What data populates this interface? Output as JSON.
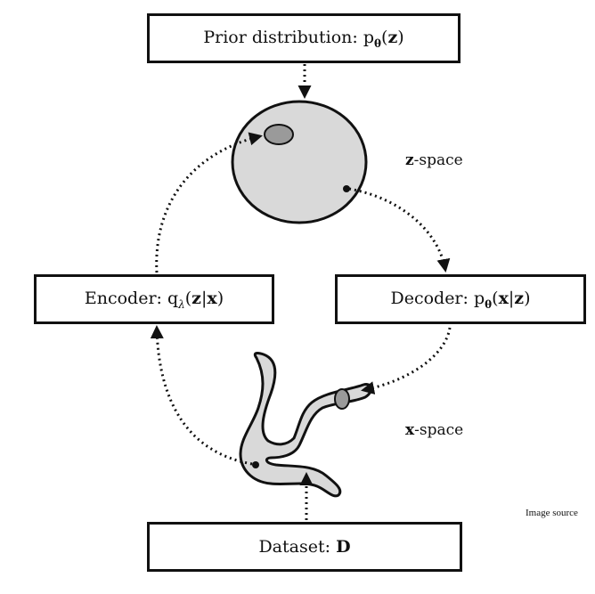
{
  "boxes": {
    "prior": {
      "prefix": "Prior distribution: p",
      "theta": "θ",
      "open": "(",
      "var": "z",
      "close": ")"
    },
    "encoder": {
      "prefix": "Encoder: q",
      "lambda": "λ",
      "open": "(",
      "var1": "z",
      "bar": "|",
      "var2": "x",
      "close": ")"
    },
    "decoder": {
      "prefix": "Decoder: p",
      "theta": "θ",
      "open": "(",
      "var1": "x",
      "bar": "|",
      "var2": "z",
      "close": ")"
    },
    "dataset": {
      "prefix": "Dataset: ",
      "var": "D"
    }
  },
  "labels": {
    "z_space": {
      "bold": "z",
      "rest": "-space"
    },
    "x_space": {
      "bold": "x",
      "rest": "-space"
    },
    "image_source": "Image source"
  },
  "colors": {
    "stroke": "#111111",
    "region_fill": "#d9d9d9",
    "blob_fill": "#9a9a9a"
  }
}
